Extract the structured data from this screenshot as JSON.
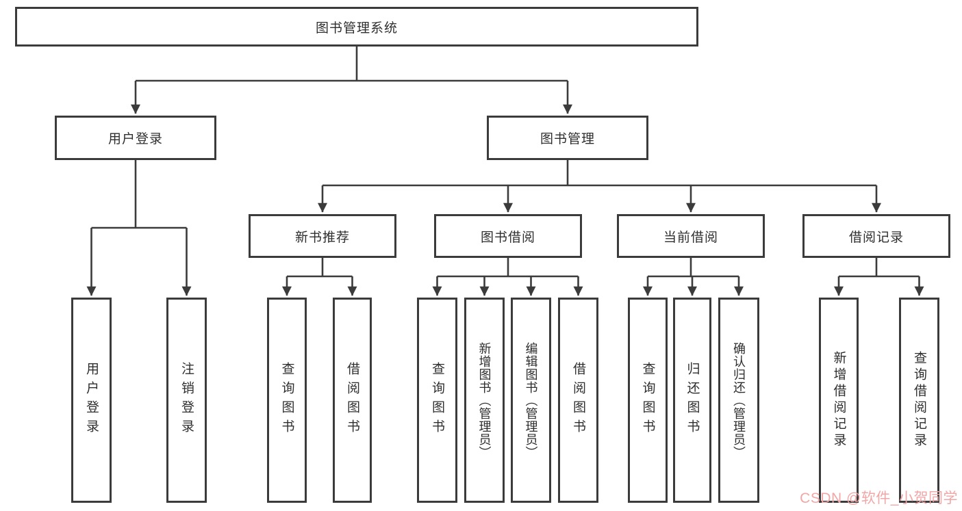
{
  "tree": {
    "root": {
      "label": "图书管理系统"
    },
    "branches": [
      {
        "label": "用户登录",
        "children": [
          {
            "label": "用户登录"
          },
          {
            "label": "注销登录"
          }
        ]
      },
      {
        "label": "图书管理",
        "sections": [
          {
            "label": "新书推荐",
            "children": [
              {
                "label": "查询图书"
              },
              {
                "label": "借阅图书"
              }
            ]
          },
          {
            "label": "图书借阅",
            "children": [
              {
                "label": "查询图书"
              },
              {
                "label": "新增图书（管理员）"
              },
              {
                "label": "编辑图书（管理员）"
              },
              {
                "label": "借阅图书"
              }
            ]
          },
          {
            "label": "当前借阅",
            "children": [
              {
                "label": "查询图书"
              },
              {
                "label": "归还图书"
              },
              {
                "label": "确认归还（管理员）"
              }
            ]
          },
          {
            "label": "借阅记录",
            "children": [
              {
                "label": "新增借阅记录"
              },
              {
                "label": "查询借阅记录"
              }
            ]
          }
        ]
      }
    ]
  },
  "watermark": {
    "text": "CSDN @软件_小贺同学"
  },
  "colors": {
    "line": "#3b3b3b",
    "box_border": "#3b3b3b",
    "text": "#2e2e2e",
    "watermark": "#f2a6a6",
    "background": "#ffffff"
  }
}
